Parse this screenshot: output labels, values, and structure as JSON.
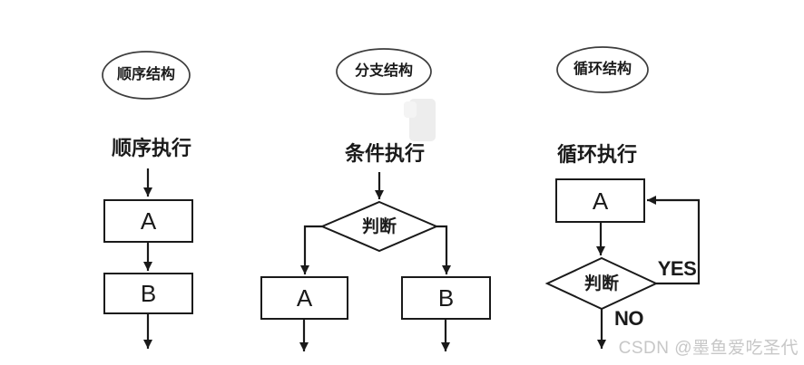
{
  "colors": {
    "line": "#1a1a1a",
    "ellipse_stroke": "#3d3d3d",
    "text": "#1a1a1a",
    "watermark_text": "#c7c7c7",
    "background": "#ffffff"
  },
  "columns": [
    {
      "id": "sequential",
      "ellipse_label": "顺序结构",
      "title": "顺序执行",
      "boxes": [
        "A",
        "B"
      ]
    },
    {
      "id": "branch",
      "ellipse_label": "分支结构",
      "title": "条件执行",
      "diamond_label": "判断",
      "boxes": [
        "A",
        "B"
      ]
    },
    {
      "id": "loop",
      "ellipse_label": "循环结构",
      "title": "循环执行",
      "diamond_label": "判断",
      "boxes": [
        "A"
      ],
      "yes_label": "YES",
      "no_label": "NO"
    }
  ],
  "watermark": {
    "text": "CSDN @墨鱼爱吃圣代"
  }
}
